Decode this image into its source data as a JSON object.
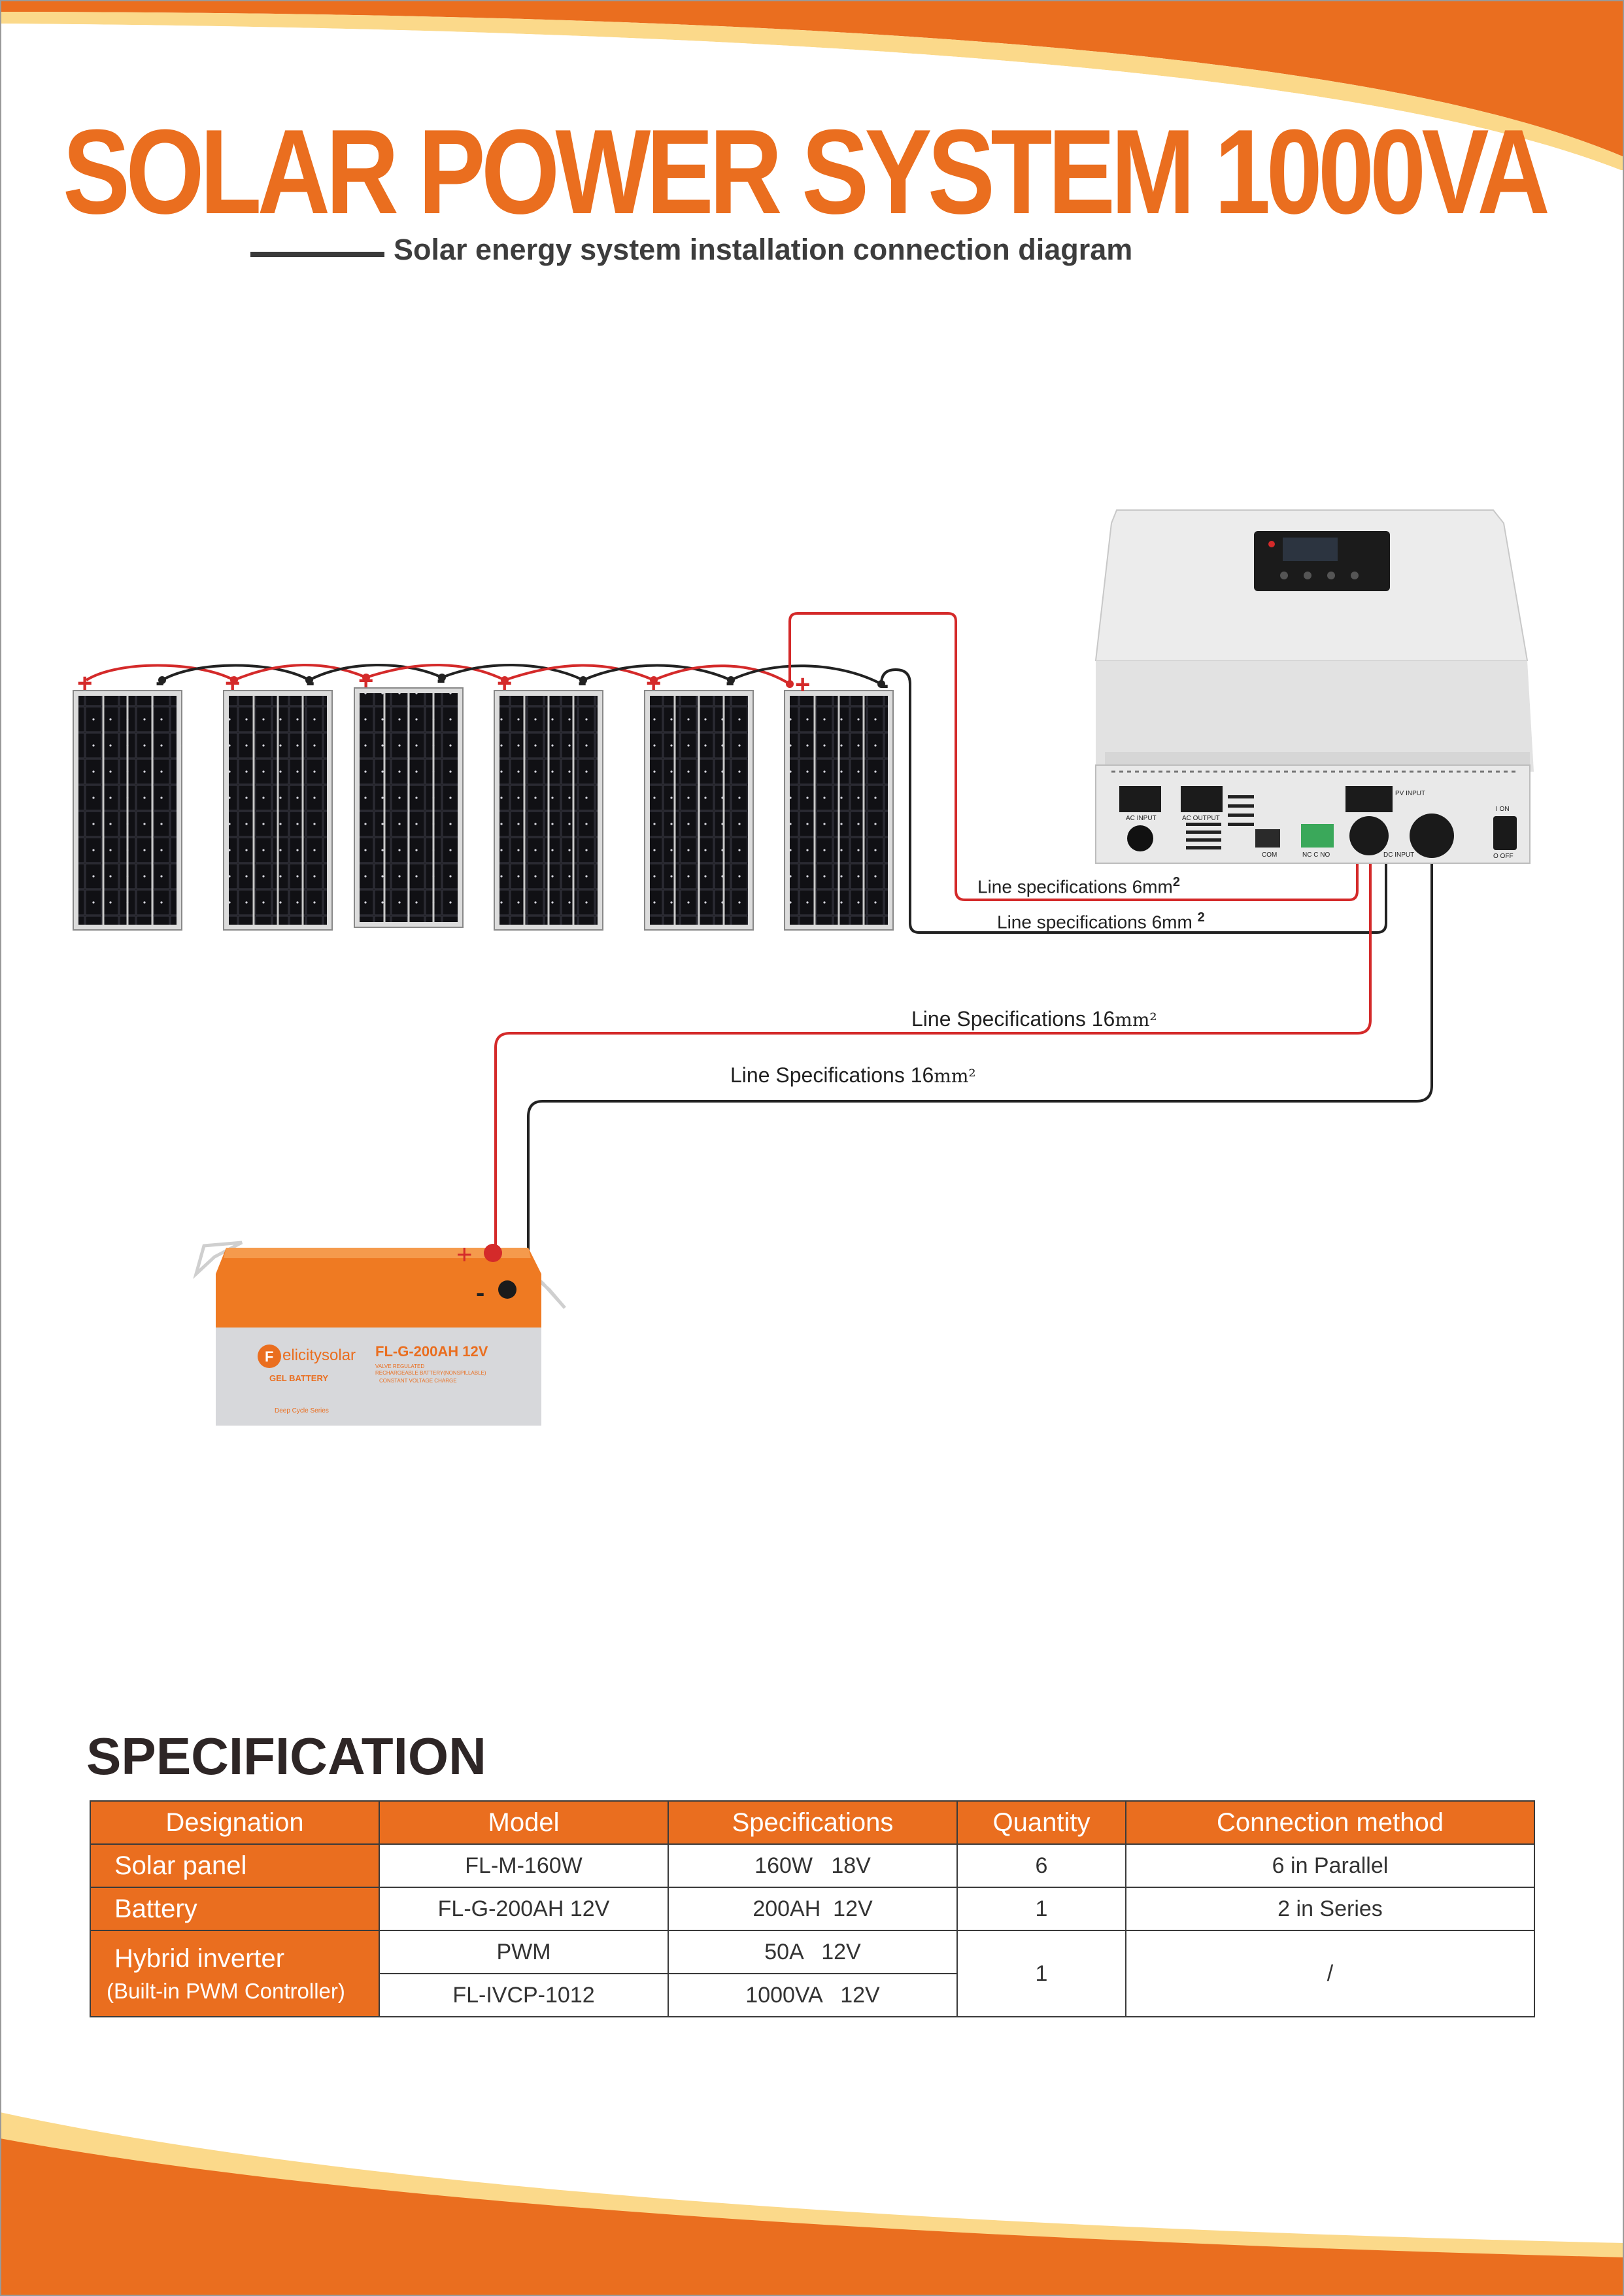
{
  "header": {
    "title": "SOLAR POWER SYSTEM 1000VA",
    "subtitle": "Solar energy system installation connection diagram"
  },
  "diagram": {
    "panel_count": 6,
    "wire_labels": {
      "pv_red": "Line specifications  6mm",
      "pv_red_sup": "2",
      "pv_black": "Line specifications  6mm",
      "pv_black_sup": "2",
      "bat_red": "Line Specifications 16",
      "bat_red_unit": "mm²",
      "bat_black": "Line Specifications 16",
      "bat_black_unit": "mm²"
    },
    "polarity": {
      "plus": "+",
      "minus": "-"
    },
    "inverter": {
      "labels": {
        "ac_input": "AC INPUT",
        "ac_output": "AC OUTPUT",
        "com": "COM",
        "nc_c_no": "NC C NO",
        "pv_input": "PV INPUT",
        "dc_input": "DC INPUT",
        "on": "I ON",
        "off": "O OFF"
      }
    },
    "battery": {
      "model": "FL-G-200AH 12V",
      "brand": "elicitysolar",
      "brand_initial": "F",
      "type": "GEL BATTERY",
      "line1": "VALVE REGULATED",
      "line2": "RECHARGEABLE BATTERY(NONSPILLABLE)",
      "line3": "CONSTANT VOLTAGE CHARGE",
      "series": "Deep Cycle Series"
    }
  },
  "specification": {
    "heading": "SPECIFICATION",
    "columns": [
      "Designation",
      "Model",
      "Specifications",
      "Quantity",
      "Connection method"
    ],
    "rows": {
      "solar": {
        "designation": "Solar panel",
        "model": "FL-M-160W",
        "spec": "160W   18V",
        "quantity": "6",
        "connection": "6 in Parallel"
      },
      "battery": {
        "designation": "Battery",
        "model": "FL-G-200AH 12V",
        "spec": "200AH  12V",
        "quantity": "1",
        "connection": "2 in Series"
      },
      "inverter": {
        "designation": "Hybrid inverter",
        "designation_sub": "(Built-in PWM Controller)",
        "model_a": "PWM",
        "spec_a": "50A   12V",
        "model_b": "FL-IVCP-1012",
        "spec_b": "1000VA   12V",
        "quantity": "1",
        "connection": "/"
      }
    }
  },
  "colors": {
    "accent": "#ea6e1f",
    "accent_light": "#fbd98a",
    "wire_red": "#d42a2a",
    "wire_black": "#222222"
  }
}
